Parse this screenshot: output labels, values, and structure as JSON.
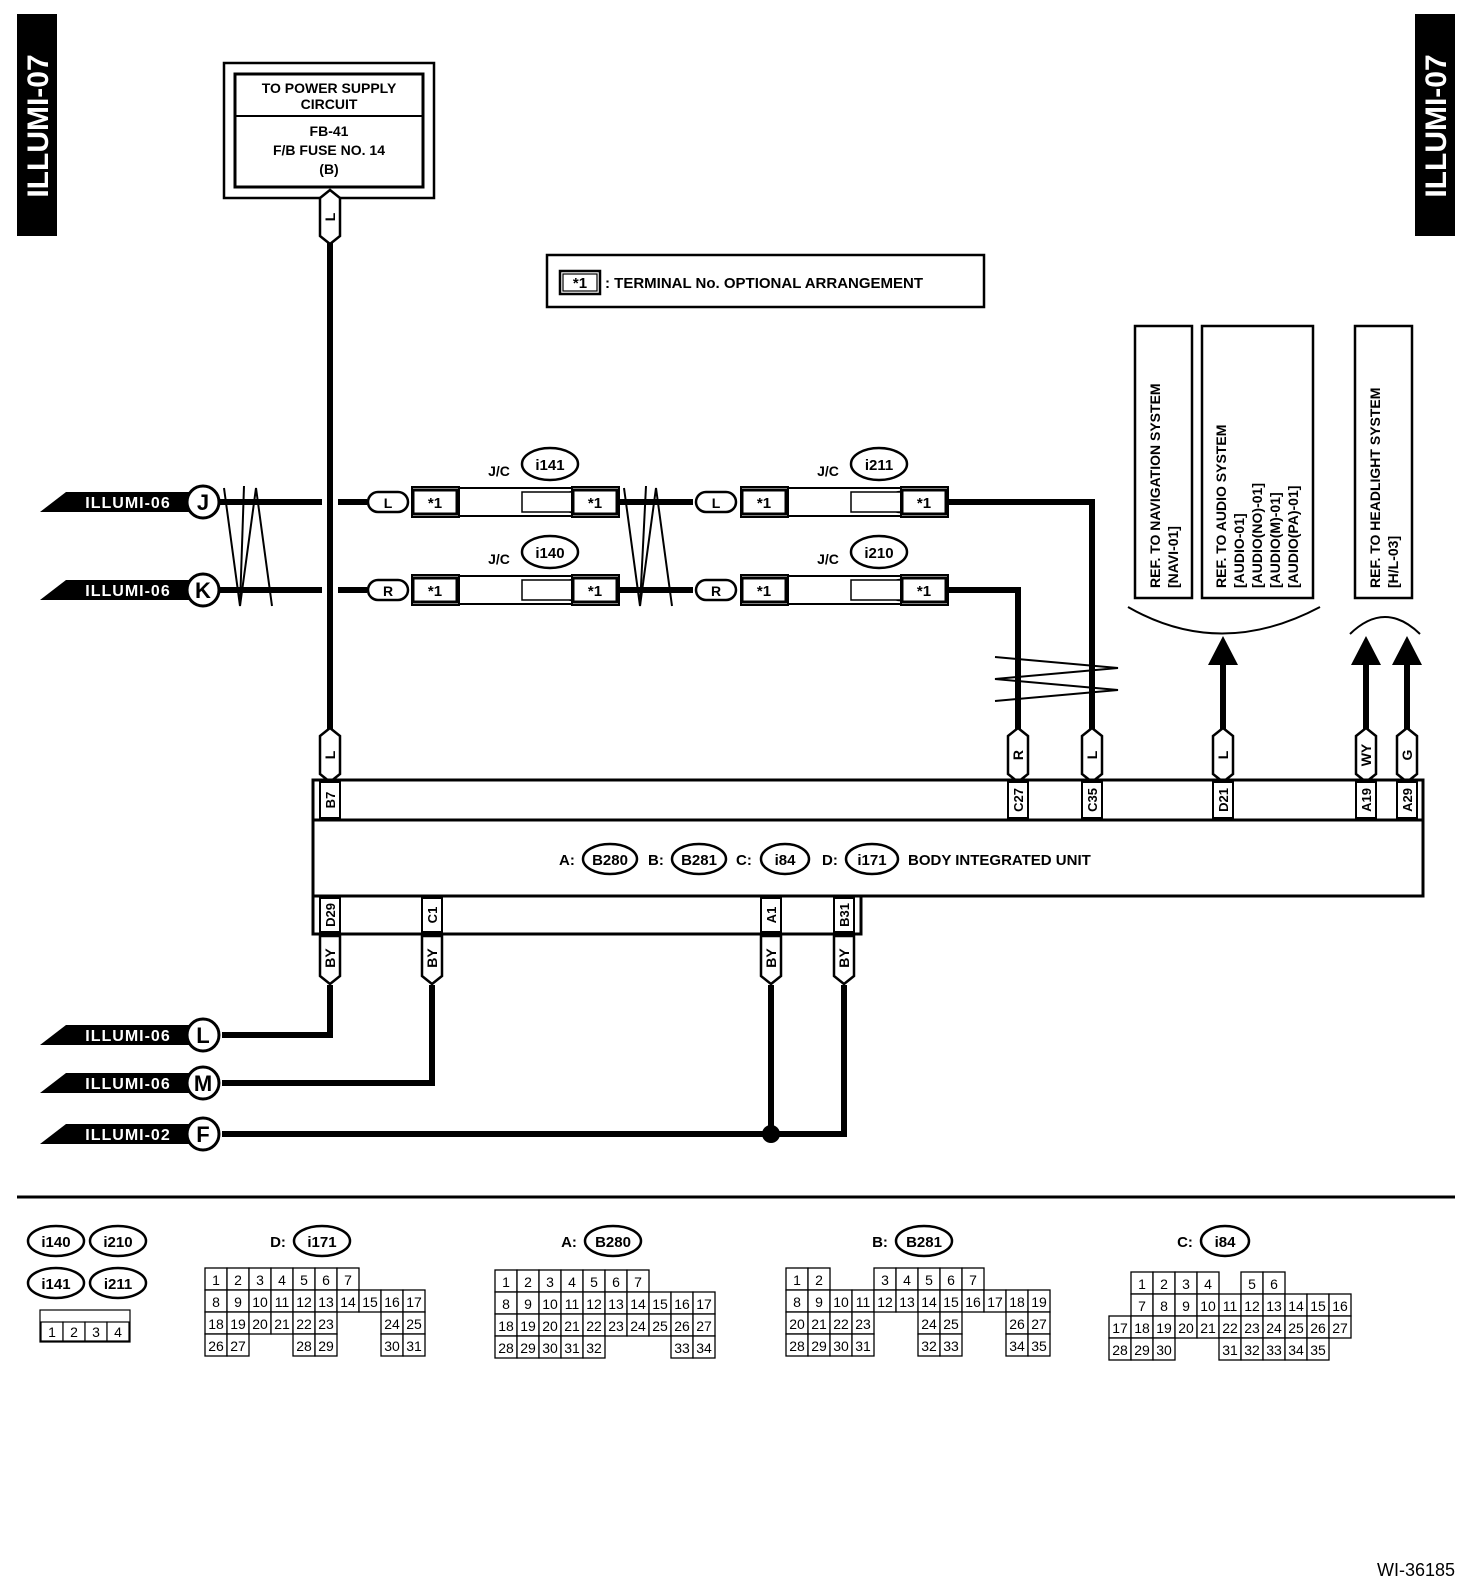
{
  "page_tag": "ILLUMI-07",
  "doc_id": "WI-36185",
  "power_box": {
    "line1": "TO POWER SUPPLY",
    "line2": "CIRCUIT",
    "line3": "FB-41",
    "line4": "F/B FUSE NO. 14",
    "line5": "(B)"
  },
  "legend": {
    "symbol": "*1",
    "text": ": TERMINAL No. OPTIONAL ARRANGEMENT"
  },
  "refs": {
    "navi": [
      "REF. TO NAVIGATION SYSTEM",
      "[NAVI-01]"
    ],
    "audio": [
      "REF. TO AUDIO SYSTEM",
      "[AUDIO-01]",
      "[AUDIO(NO)-01]",
      "[AUDIO(M)-01]",
      "[AUDIO(PA)-01]"
    ],
    "headlight": [
      "REF. TO HEADLIGHT SYSTEM",
      "[H/L-03]"
    ]
  },
  "jc_label": "J/C",
  "connectors": {
    "i141": "i141",
    "i211": "i211",
    "i140": "i140",
    "i210": "i210"
  },
  "offpage": {
    "J": {
      "ref": "ILLUMI-06",
      "letter": "J"
    },
    "K": {
      "ref": "ILLUMI-06",
      "letter": "K"
    },
    "L": {
      "ref": "ILLUMI-06",
      "letter": "L"
    },
    "M": {
      "ref": "ILLUMI-06",
      "letter": "M"
    },
    "F": {
      "ref": "ILLUMI-02",
      "letter": "F"
    }
  },
  "wires": {
    "L": "L",
    "R": "R",
    "WY": "WY",
    "G": "G",
    "BY": "BY"
  },
  "term_mark": "*1",
  "bcm": {
    "a_prefix": "A:",
    "a": "B280",
    "b_prefix": "B:",
    "b": "B281",
    "c_prefix": "C:",
    "c": "i84",
    "d_prefix": "D:",
    "d": "i171",
    "name": "BODY INTEGRATED UNIT",
    "top_pins": [
      "B7",
      "C27",
      "C35",
      "D21",
      "A19",
      "A29"
    ],
    "bottom_pins": [
      "D29",
      "C1",
      "A1",
      "B31"
    ]
  },
  "connector_views": {
    "small": {
      "labels": [
        "i140",
        "i210",
        "i141",
        "i211"
      ],
      "pins": [
        "1",
        "2",
        "3",
        "4"
      ]
    },
    "d": {
      "prefix": "D:",
      "name": "i171"
    },
    "a": {
      "prefix": "A:",
      "name": "B280"
    },
    "b": {
      "prefix": "B:",
      "name": "B281"
    },
    "c": {
      "prefix": "C:",
      "name": "i84"
    }
  }
}
